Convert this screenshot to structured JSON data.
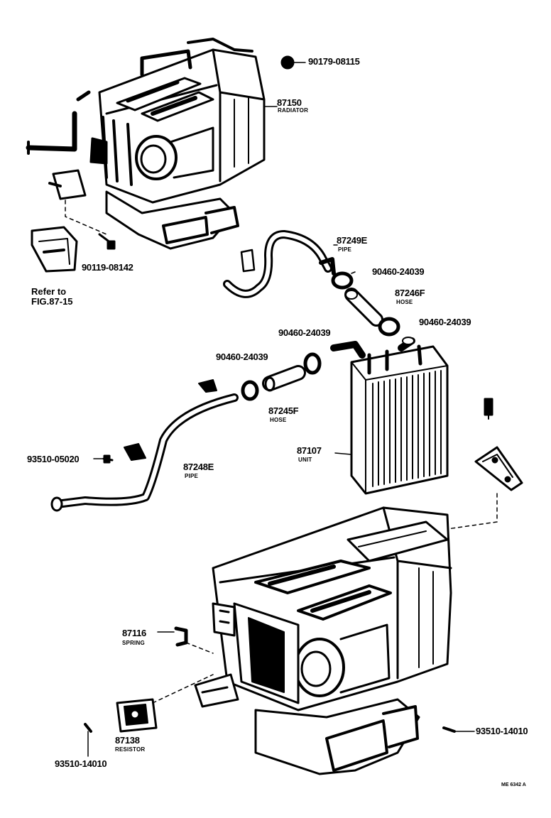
{
  "colors": {
    "ink": "#000000",
    "paper": "#ffffff"
  },
  "parts": {
    "bolt_top": "90179-08115",
    "radiator": {
      "number": "87150",
      "name": "RADIATOR"
    },
    "bolt_bracket": "90119-08142",
    "pipe_upper": {
      "number": "87249E",
      "name": "PIPE"
    },
    "clamp_a": "90460-24039",
    "hose_upper": {
      "number": "87246F",
      "name": "HOSE"
    },
    "clamp_b": "90460-24039",
    "clamp_c": "90460-24039",
    "clamp_d": "90460-24039",
    "hose_lower": {
      "number": "87245F",
      "name": "HOSE"
    },
    "screw_left": "93510-05020",
    "pipe_lower": {
      "number": "87248E",
      "name": "PIPE"
    },
    "heater_unit": {
      "number": "87107",
      "name": "UNIT"
    },
    "spring": {
      "number": "87116",
      "name": "SPRING"
    },
    "resistor": {
      "number": "87138",
      "name": "RESISTOR"
    },
    "screw_resistor": "93510-14010",
    "screw_right": "93510-14010"
  },
  "reference": {
    "line1": "Refer to",
    "line2": "FIG.87-15"
  },
  "figure_code": "ME 6342 A"
}
